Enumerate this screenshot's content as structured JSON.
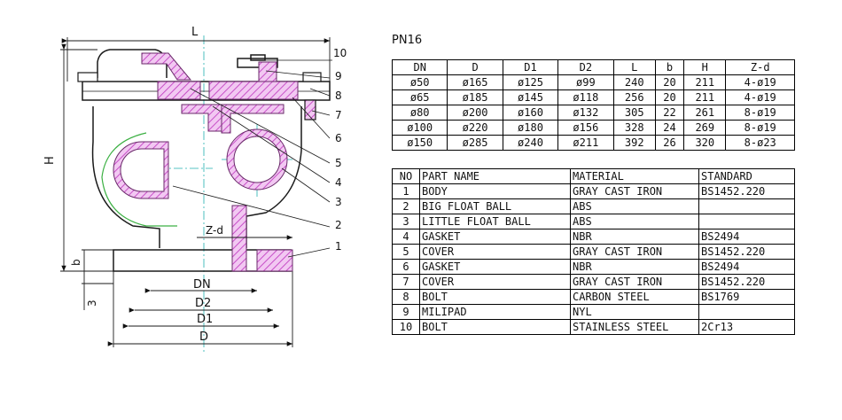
{
  "drawing": {
    "dimension_labels": {
      "L": "L",
      "H": "H",
      "b": "b",
      "three": "3",
      "DN": "DN",
      "D2": "D2",
      "D1": "D1",
      "D": "D",
      "Zd": "Z-d"
    },
    "callouts": [
      "10",
      "9",
      "8",
      "7",
      "6",
      "5",
      "4",
      "3",
      "2",
      "1"
    ],
    "colors": {
      "hatch": "#c84fc8",
      "line": "#1a1a1a",
      "center": "#20b0b0",
      "ball": "#3cb043"
    }
  },
  "pressure_class": "PN16",
  "dimension_table": {
    "headers": [
      "DN",
      "D",
      "D1",
      "D2",
      "L",
      "b",
      "H",
      "Z-d"
    ],
    "rows": [
      [
        "ø50",
        "ø165",
        "ø125",
        "ø99",
        "240",
        "20",
        "211",
        "4-ø19"
      ],
      [
        "ø65",
        "ø185",
        "ø145",
        "ø118",
        "256",
        "20",
        "211",
        "4-ø19"
      ],
      [
        "ø80",
        "ø200",
        "ø160",
        "ø132",
        "305",
        "22",
        "261",
        "8-ø19"
      ],
      [
        "ø100",
        "ø220",
        "ø180",
        "ø156",
        "328",
        "24",
        "269",
        "8-ø19"
      ],
      [
        "ø150",
        "ø285",
        "ø240",
        "ø211",
        "392",
        "26",
        "320",
        "8-ø23"
      ]
    ]
  },
  "parts_table": {
    "headers": [
      "NO",
      "PART NAME",
      "MATERIAL",
      "STANDARD"
    ],
    "rows": [
      [
        "1",
        "BODY",
        "GRAY CAST IRON",
        "BS1452.220"
      ],
      [
        "2",
        "BIG FLOAT BALL",
        "ABS",
        ""
      ],
      [
        "3",
        "LITTLE FLOAT BALL",
        "ABS",
        ""
      ],
      [
        "4",
        "GASKET",
        "NBR",
        "BS2494"
      ],
      [
        "5",
        "COVER",
        "GRAY CAST IRON",
        "BS1452.220"
      ],
      [
        "6",
        "GASKET",
        "NBR",
        "BS2494"
      ],
      [
        "7",
        "COVER",
        "GRAY CAST IRON",
        "BS1452.220"
      ],
      [
        "8",
        "BOLT",
        "CARBON STEEL",
        "BS1769"
      ],
      [
        "9",
        "MILIPAD",
        "NYL",
        ""
      ],
      [
        "10",
        "BOLT",
        "STAINLESS STEEL",
        "2Cr13"
      ]
    ]
  }
}
